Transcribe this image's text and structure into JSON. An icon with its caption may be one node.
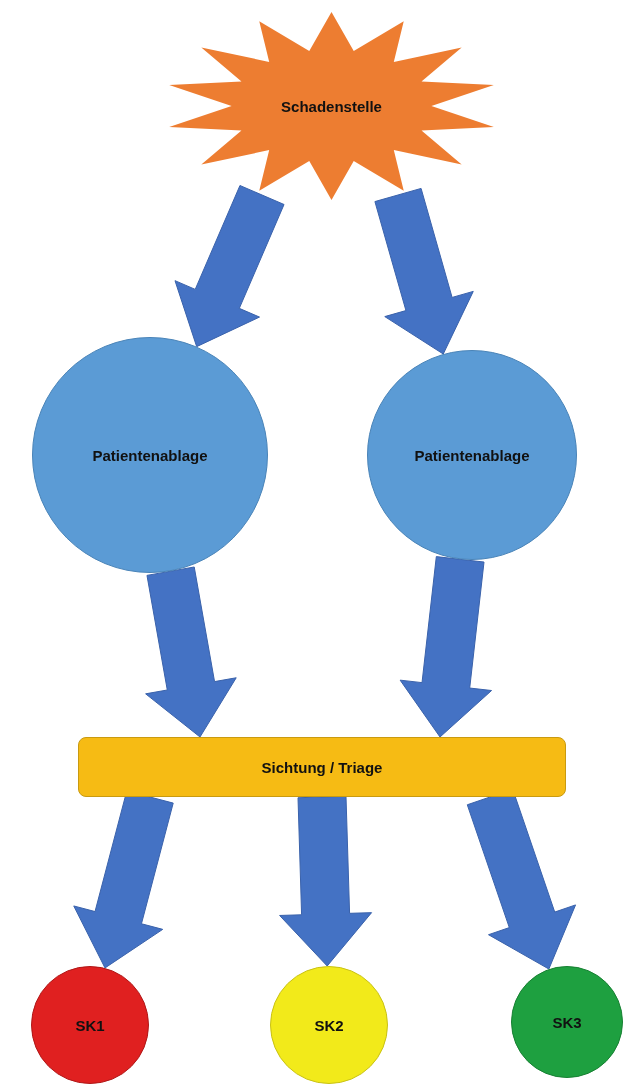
{
  "diagram": {
    "nodes": [
      {
        "text": [
          "Schadenstelle"
        ]
      },
      {
        "text": [
          "Patientenablage"
        ]
      },
      {
        "text": [
          "Patientenablage"
        ]
      },
      {
        "text": [
          "Sichtung / Triage"
        ]
      },
      {
        "text": [
          "SK1"
        ]
      },
      {
        "text": [
          "SK2"
        ]
      },
      {
        "text": [
          "SK3"
        ]
      }
    ],
    "edges": [
      {
        "from": 0,
        "to": 1,
        "arrow": "to"
      },
      {
        "from": 0,
        "to": 2,
        "arrow": "to"
      },
      {
        "from": 1,
        "to": 3,
        "arrow": "to"
      },
      {
        "from": 2,
        "to": 3,
        "arrow": "to"
      },
      {
        "from": 3,
        "to": 4,
        "arrow": "to"
      },
      {
        "from": 3,
        "to": 5,
        "arrow": "to"
      },
      {
        "from": 3,
        "to": 6,
        "arrow": "to"
      }
    ]
  }
}
